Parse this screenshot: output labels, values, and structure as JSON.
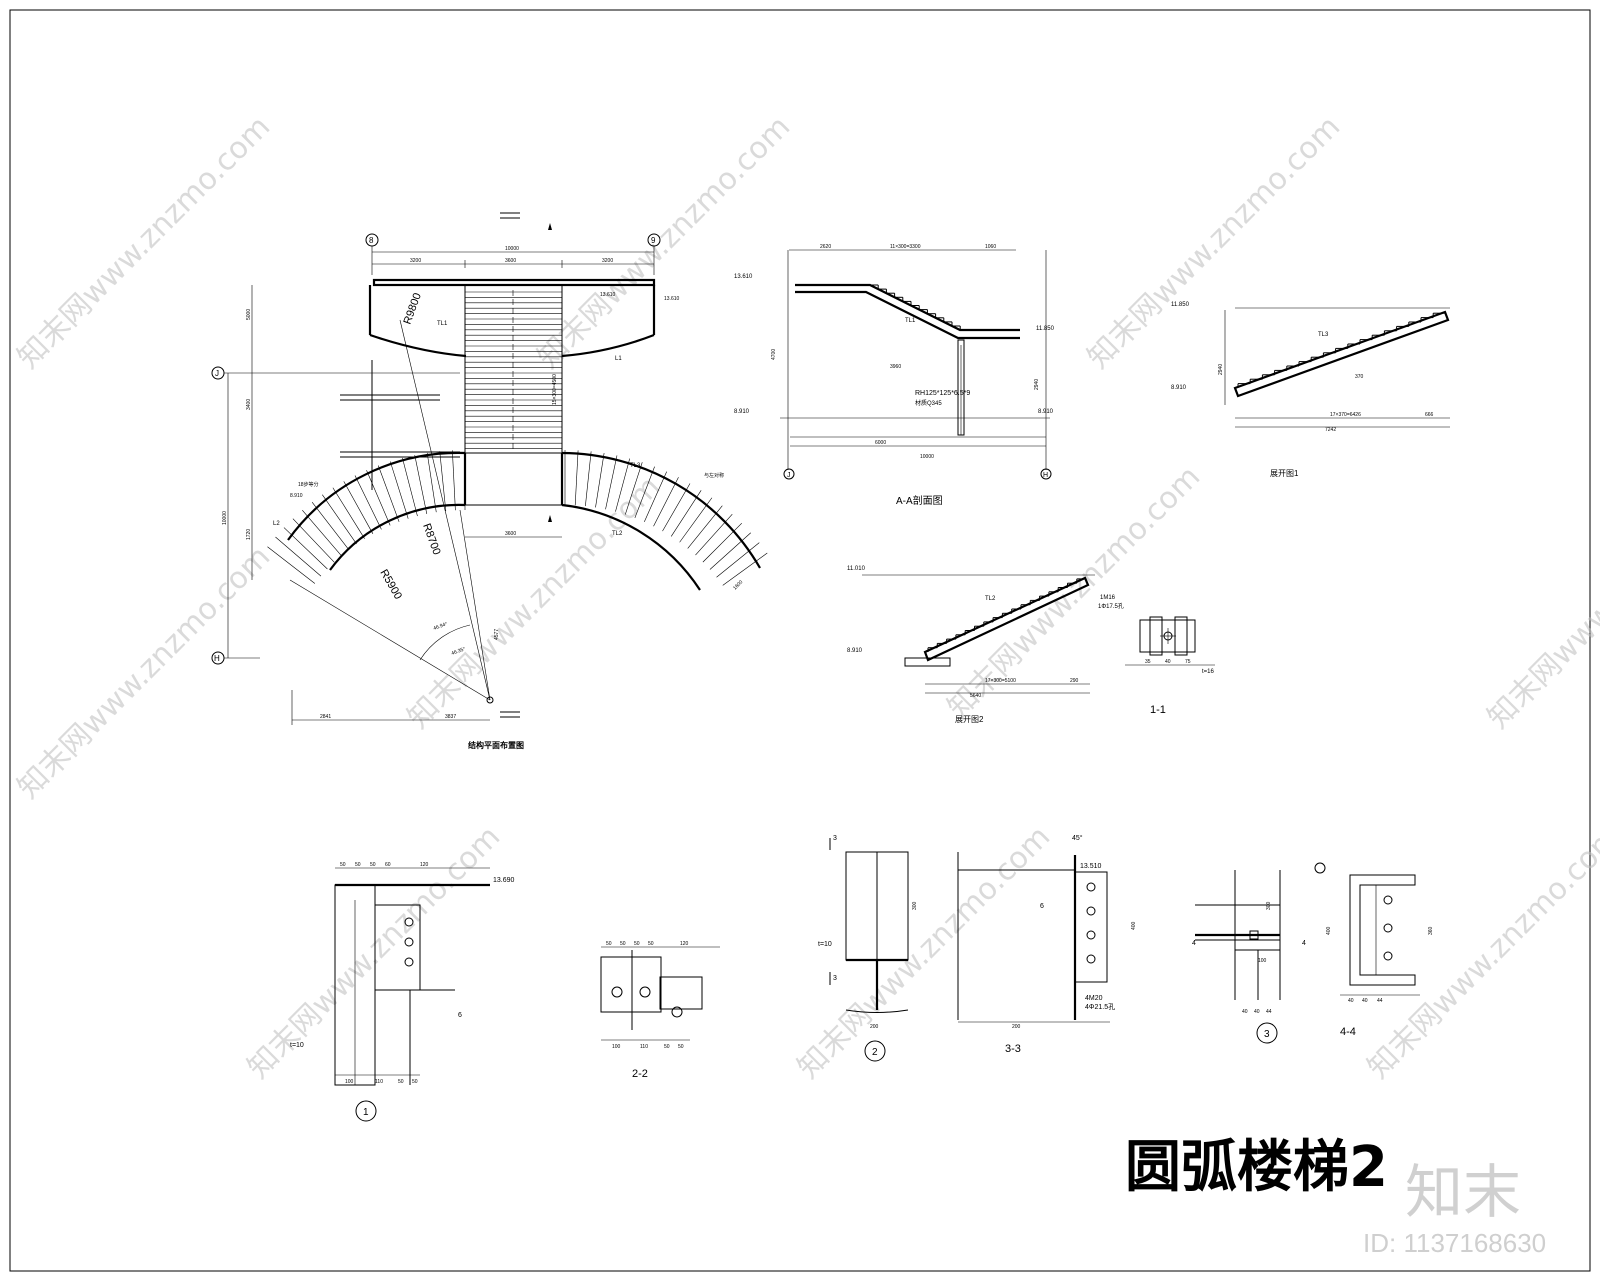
{
  "title": "圆弧楼梯2",
  "logo": "知末",
  "image_id": "ID: 1137168630",
  "watermark": "知末网www.znzmo.com",
  "plan": {
    "caption": "结构平面布置图",
    "grid_a": "8",
    "grid_b": "9",
    "grid_j": "J",
    "grid_h": "H",
    "dim_total": "10000",
    "dim_left": "3200",
    "dim_mid": "3600",
    "dim_right": "3200",
    "dim_bottom_mid": "3600",
    "dim_b1": "2841",
    "dim_b2": "3837",
    "dim_v1": "5000",
    "dim_v2": "3400",
    "dim_v3": "1720",
    "r1": "R9800",
    "r2": "R8700",
    "r3": "R5900",
    "tl1": "TL1",
    "tl2": "TL2",
    "tl3": "TL3",
    "l1": "L1",
    "l2": "L2",
    "elev1": "8.910",
    "elev2": "13.610",
    "elev3": "13.610",
    "steps": "18步等分",
    "note_right": "与左对称",
    "angle1": "46.94°",
    "angle2": "46.35°",
    "stair_dim": "15×300=4500",
    "dim_4577": "4577",
    "dim_1600": "1600"
  },
  "section_aa": {
    "caption": "A-A剖面图",
    "top_elev": "13.610",
    "mid_elev": "11.850",
    "bot_elev": "8.910",
    "bot_elev2": "8.910",
    "dim_2620": "2620",
    "dim_steps": "11×300=3300",
    "dim_1060": "1060",
    "dim_3960": "3960",
    "dim_6000": "6000",
    "dim_10000": "10000",
    "dim_4700": "4700",
    "dim_2940": "2940",
    "member": "RH125*125*6.5*9",
    "material": "材质Q345",
    "tl1": "TL1",
    "grid_l": "J",
    "grid_r": "H"
  },
  "unfold1": {
    "caption": "展开图1",
    "top_elev": "11.850",
    "bot_elev": "8.910",
    "dim_bottom": "17×370=6426",
    "dim_total": "7242",
    "tl": "TL3",
    "dim_666": "666",
    "dim_2940": "2940",
    "dim_370": "370"
  },
  "unfold2": {
    "caption": "展开图2",
    "top_elev": "11.010",
    "bot_elev": "8.910",
    "dim_bottom": "17×300=5100",
    "dim_total": "5640",
    "tl": "TL2",
    "dim_290": "290"
  },
  "section_11": {
    "caption": "1-1",
    "bolt": "1M16",
    "hole": "1Φ17.5孔",
    "plate": "t=16",
    "dims": [
      "35",
      "40",
      "75"
    ]
  },
  "detail1": {
    "label": "1",
    "elev": "13.690",
    "plate": "t=10",
    "weld": "6",
    "top_dims": [
      "50",
      "50",
      "50",
      "60",
      "120"
    ],
    "bot_dims": [
      "100",
      "110",
      "50",
      "50"
    ]
  },
  "section_22": {
    "caption": "2-2",
    "top_dims": [
      "50",
      "50",
      "50",
      "50",
      "120"
    ],
    "bot_dims": [
      "100",
      "110",
      "50",
      "50"
    ]
  },
  "detail2": {
    "label": "2",
    "plate": "t=10",
    "cut": "3",
    "dim_w": "200",
    "dim_h": "300"
  },
  "section_33": {
    "caption": "3-3",
    "elev": "13.510",
    "angle": "45°",
    "bolts": "4M20",
    "holes": "4Φ21.5孔",
    "weld": "6",
    "dim_w": "200",
    "dim_h": "400"
  },
  "detail3": {
    "label": "3",
    "cut": "4",
    "dim_h": "300",
    "dims": [
      "40",
      "40",
      "44"
    ],
    "dim_100": "100"
  },
  "section_44": {
    "caption": "4-4",
    "dims": [
      "40",
      "40",
      "44"
    ],
    "dim_h": "400",
    "dim_h2": "360"
  }
}
